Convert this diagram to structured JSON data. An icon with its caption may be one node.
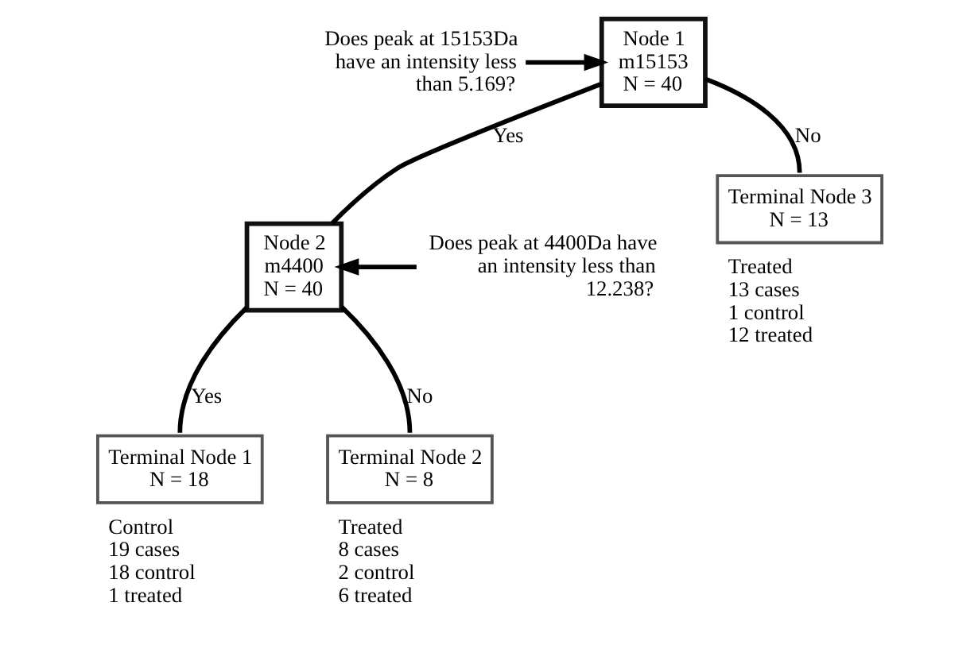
{
  "diagram": {
    "nodes": [
      {
        "text": [
          "Does peak at 15153Da have an intensity less than 5.169?"
        ]
      },
      {
        "text": [
          "Node 1",
          "m15153",
          "N = 40"
        ]
      },
      {
        "text": [
          "Does peak at 4400Da have an intensity less than 12.238?"
        ]
      },
      {
        "text": [
          "Node 2",
          "m4400",
          "N = 40"
        ]
      },
      {
        "text": [
          "Terminal Node 3",
          "N = 13"
        ],
        "beside": [
          "Treated",
          "13 cases",
          "1 control",
          "12 treated"
        ]
      },
      {
        "text": [
          "Terminal Node 1",
          "N = 18"
        ],
        "beside": [
          "Control",
          "19 cases",
          "18 control",
          "1 treated"
        ]
      },
      {
        "text": [
          "Terminal Node 2",
          "N = 8"
        ],
        "beside": [
          "Treated",
          "8 cases",
          "2 control",
          "6 treated"
        ]
      }
    ],
    "edges": [
      {
        "from": 0,
        "to": 1,
        "arrow": "to"
      },
      {
        "from": 2,
        "to": 3,
        "arrow": "to"
      },
      {
        "from": 1,
        "to": 3,
        "arrow": "none",
        "label": "Yes"
      },
      {
        "from": 1,
        "to": 4,
        "arrow": "none",
        "label": "No"
      },
      {
        "from": 3,
        "to": 5,
        "arrow": "none",
        "label": "Yes"
      },
      {
        "from": 3,
        "to": 6,
        "arrow": "none",
        "label": "No"
      }
    ]
  }
}
